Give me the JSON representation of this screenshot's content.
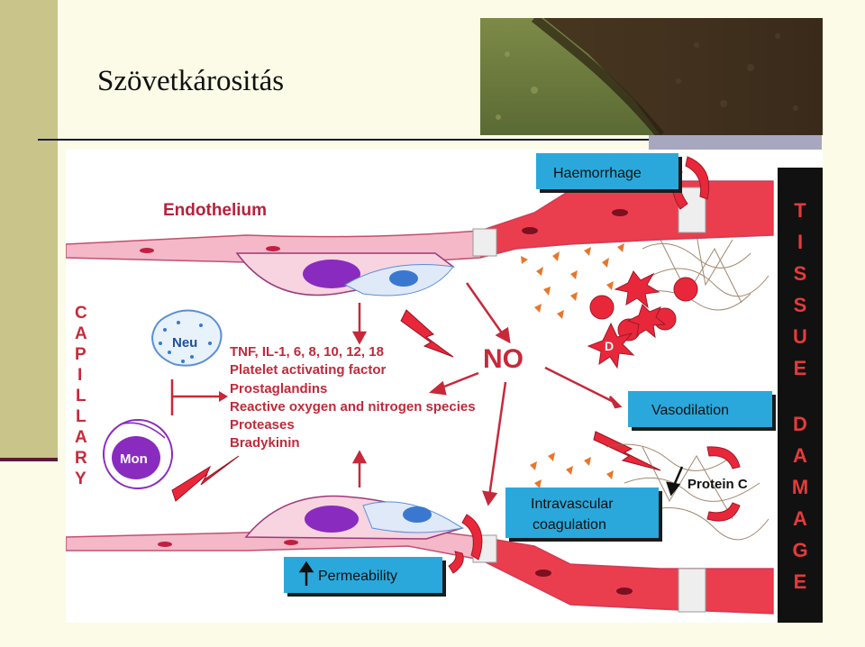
{
  "slide": {
    "title": "Szövetkárositás"
  },
  "diagram": {
    "endothelium_label": "Endothelium",
    "capillary_letters": [
      "C",
      "A",
      "P",
      "I",
      "L",
      "L",
      "A",
      "R",
      "Y"
    ],
    "tissue_letters": [
      "T",
      "I",
      "S",
      "S",
      "U",
      "E"
    ],
    "damage_letters": [
      "D",
      "A",
      "M",
      "A",
      "G",
      "E"
    ],
    "neu_label": "Neu",
    "mon_label": "Mon",
    "no_label": "NO",
    "d_label": "D",
    "mediators": [
      "TNF, IL-1, 6, 8, 10, 12, 18",
      "Platelet activating factor",
      "Prostaglandins",
      "Reactive oxygen and nitrogen species",
      "Proteases",
      "Bradykinin"
    ],
    "boxes": {
      "haemorrhage": "Haemorrhage",
      "vasodilation": "Vasodilation",
      "coagulation_line1": "Intravascular",
      "coagulation_line2": "coagulation",
      "permeability": "Permeability",
      "protein_c": "Protein C"
    },
    "colors": {
      "box_fill": "#2aa8dc",
      "vessel_red": "#e8283a",
      "vessel_pink": "#f4b8c8",
      "nucleus_purple": "#8a2bbf",
      "tissue_damage_bg": "#111111",
      "tissue_damage_text": "#e63a3a"
    }
  }
}
